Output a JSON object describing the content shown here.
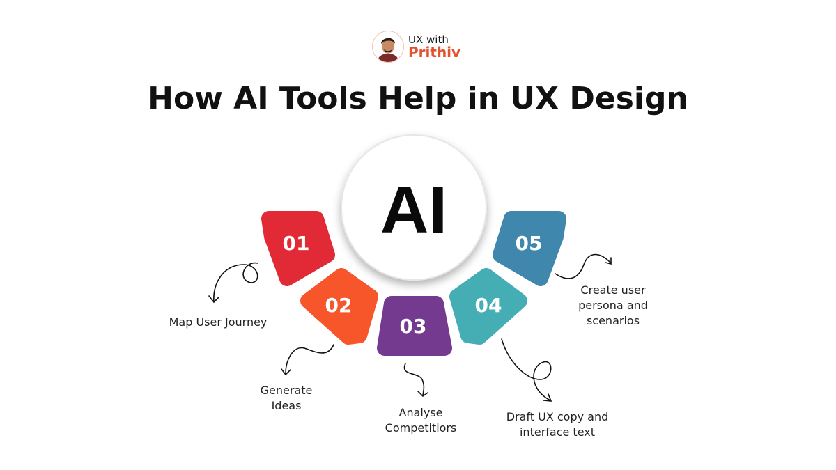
{
  "brand": {
    "line1": "UX with",
    "line2": "Prithiv",
    "accent": "#e4512f"
  },
  "title": "How AI Tools Help in UX Design",
  "center": {
    "label": "AI"
  },
  "steps": [
    {
      "number": "01",
      "label": "Map User Journey",
      "color": "#e12a36"
    },
    {
      "number": "02",
      "label": "Generate Ideas",
      "color": "#f65629"
    },
    {
      "number": "03",
      "label": "Analyse Competitiors",
      "color": "#743a8f"
    },
    {
      "number": "04",
      "label": "Draft UX copy and interface text",
      "color": "#45adb4"
    },
    {
      "number": "05",
      "label": "Create user persona and scenarios",
      "color": "#3f87ac"
    }
  ]
}
